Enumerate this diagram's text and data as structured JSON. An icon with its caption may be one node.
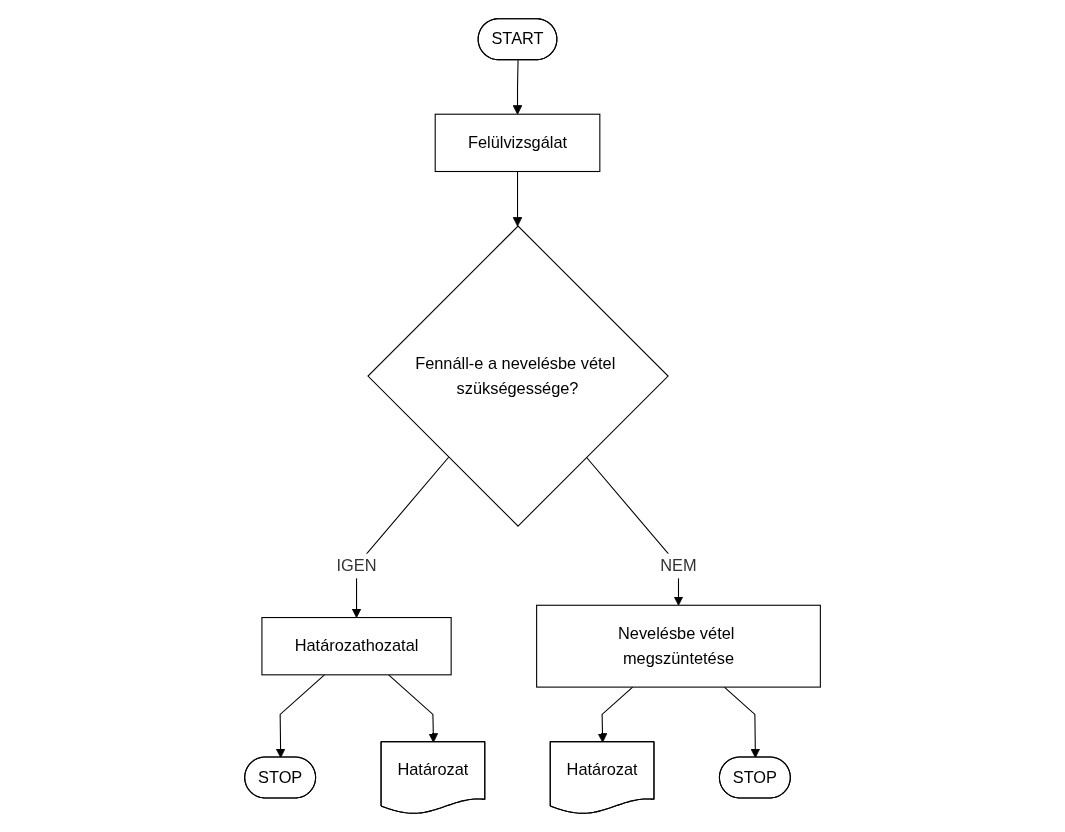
{
  "diagram": {
    "nodes": [
      {
        "text": [
          "START"
        ]
      },
      {
        "text": [
          "Határozat"
        ]
      },
      {
        "text": [
          "Felülvizsgálat"
        ]
      },
      {
        "text": [
          "STOP"
        ]
      },
      {
        "text": [
          "Határozathozatal"
        ]
      },
      {
        "text": [
          "Fennáll-e a nevelésbe vétel szükségessége?"
        ]
      },
      {
        "text": [
          "Nevelésbe vétel megszüntetése"
        ]
      },
      {
        "text": [
          "Határozat"
        ]
      },
      {
        "text": [
          "STOP"
        ]
      }
    ],
    "edges": [
      {
        "from": 0,
        "to": 2,
        "arrow": "to"
      },
      {
        "from": 2,
        "to": 5,
        "arrow": "to"
      },
      {
        "from": 5,
        "to": 4,
        "arrow": "to",
        "label": "IGEN"
      },
      {
        "from": 4,
        "to": 3,
        "arrow": "to"
      },
      {
        "from": 4,
        "to": 1,
        "arrow": "to"
      },
      {
        "from": 5,
        "to": 6,
        "arrow": "to",
        "label": "NEM"
      },
      {
        "from": 6,
        "to": 7,
        "arrow": "to"
      },
      {
        "from": 6,
        "to": 8,
        "arrow": "to"
      }
    ]
  }
}
